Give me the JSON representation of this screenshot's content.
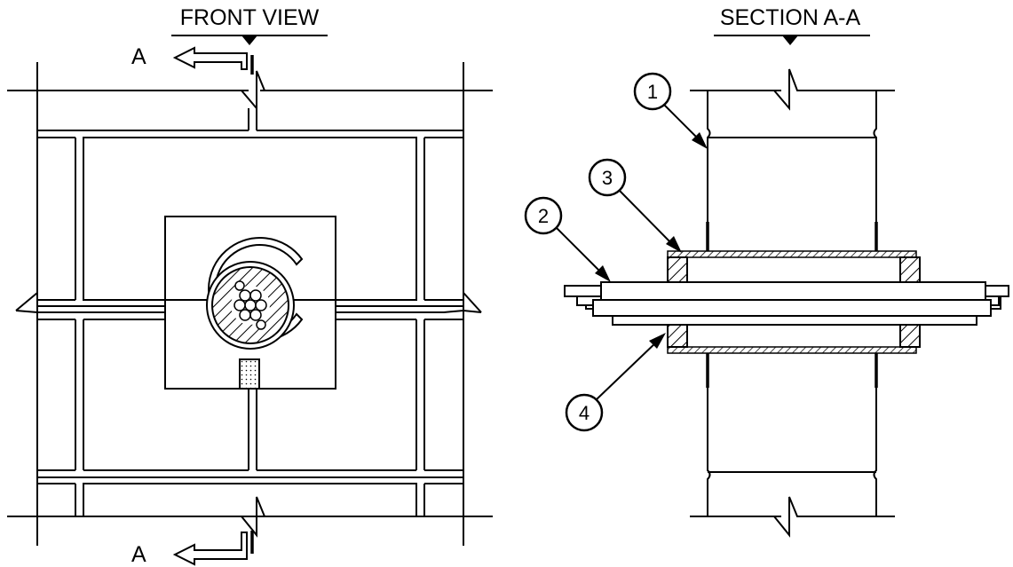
{
  "front_view": {
    "title": "FRONT VIEW",
    "section_mark_top": "A",
    "section_mark_bottom": "A"
  },
  "section_view": {
    "title": "SECTION A-A",
    "callouts": [
      {
        "number": "1"
      },
      {
        "number": "2"
      },
      {
        "number": "3"
      },
      {
        "number": "4"
      }
    ]
  }
}
